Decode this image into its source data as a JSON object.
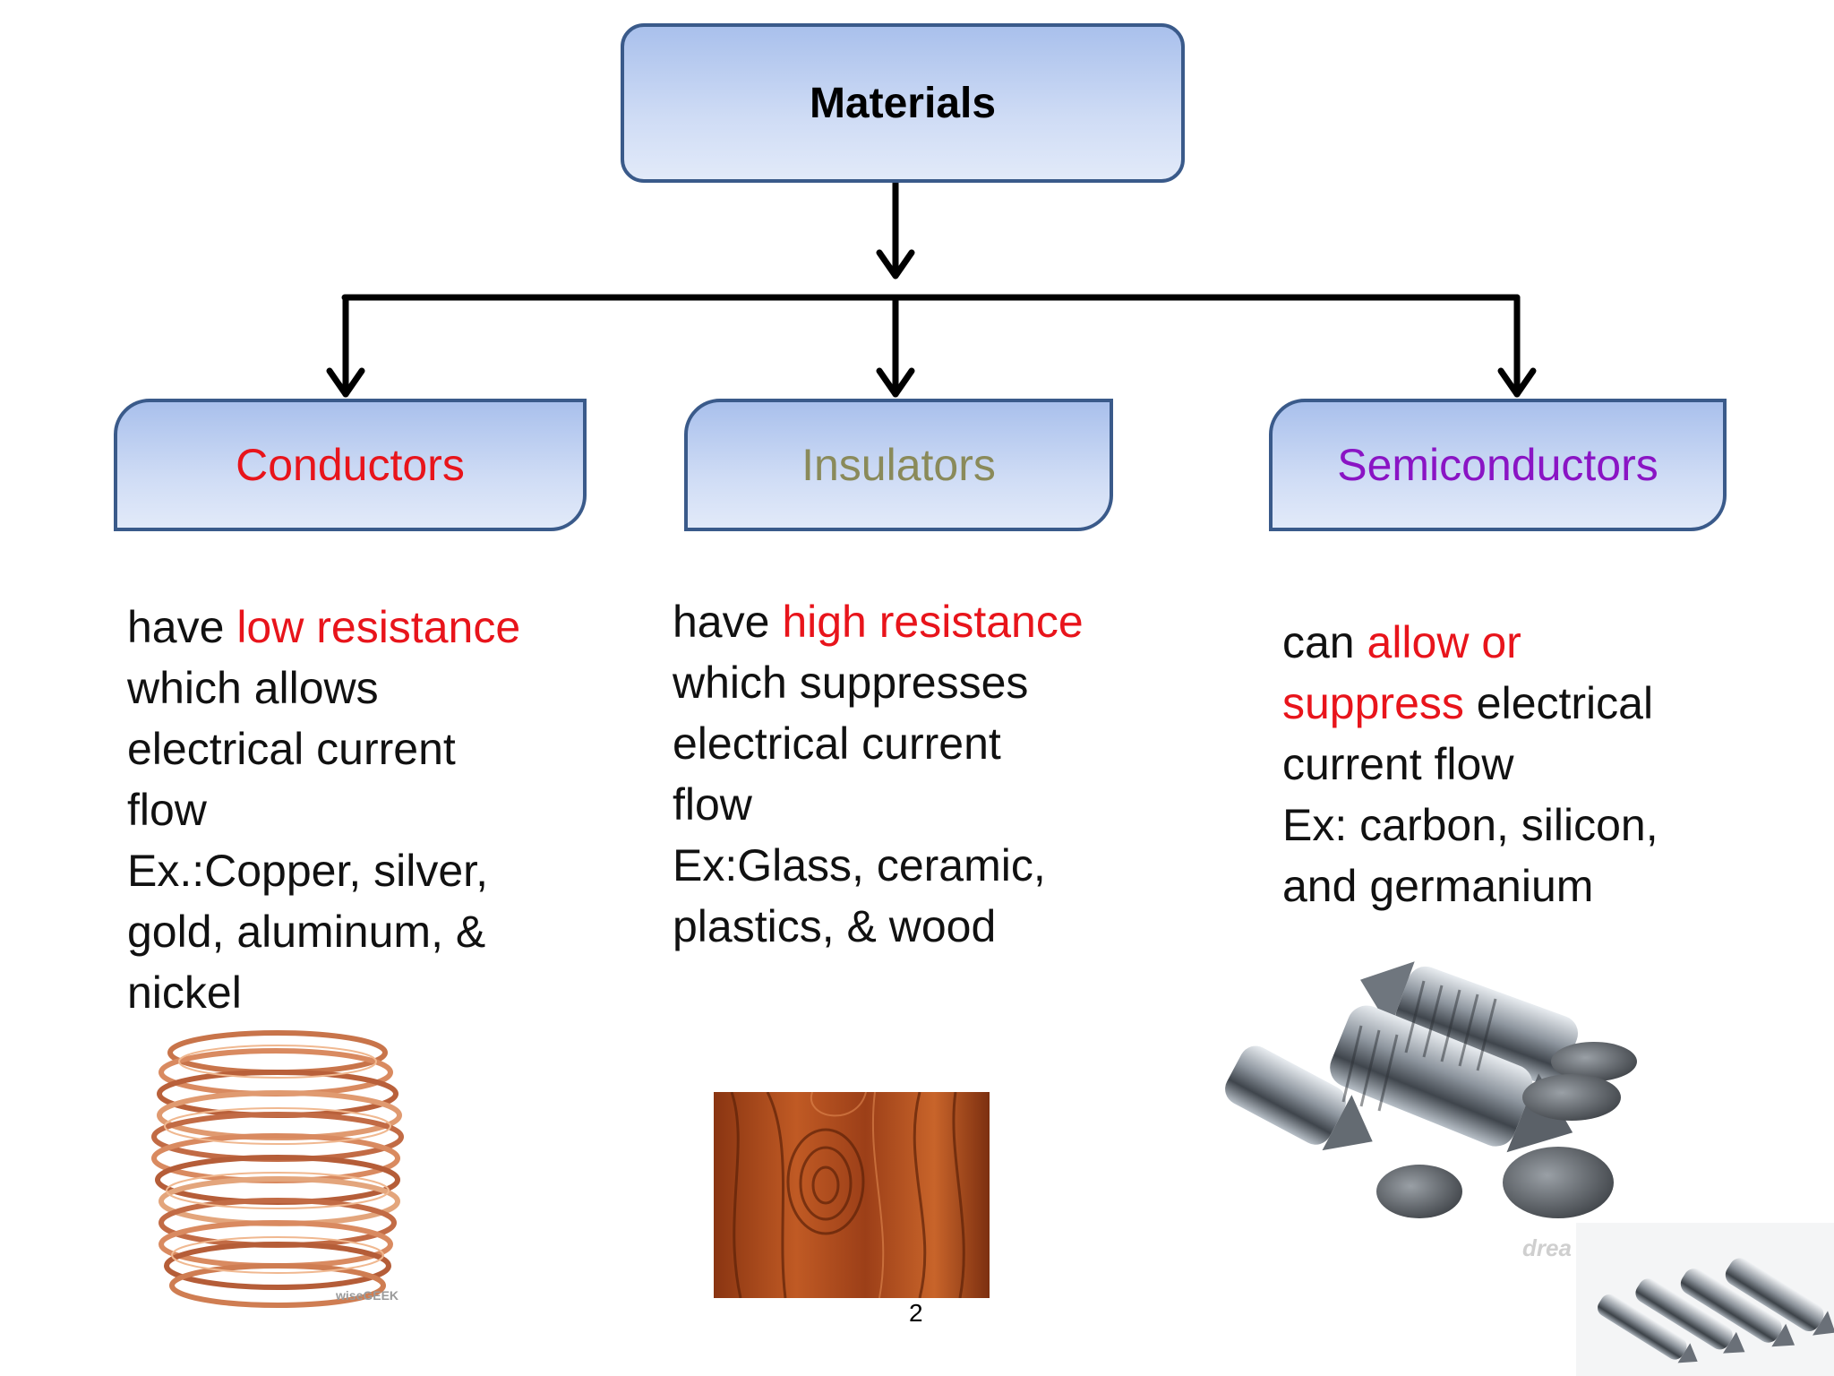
{
  "root": {
    "label": "Materials"
  },
  "categories": [
    {
      "label": "Conductors",
      "label_color": "#e8141b",
      "lines": [
        [
          "have ",
          "low resistance"
        ],
        [
          "which allows"
        ],
        [
          "electrical current"
        ],
        [
          "flow"
        ],
        [
          "Ex.:Copper, silver,"
        ],
        [
          "gold, aluminum, &"
        ],
        [
          "nickel"
        ]
      ]
    },
    {
      "label": "Insulators",
      "label_color": "#8a8a5a",
      "lines": [
        [
          "have ",
          "high resistance"
        ],
        [
          "which suppresses"
        ],
        [
          "electrical current"
        ],
        [
          "flow"
        ],
        [
          "Ex:Glass, ceramic,"
        ],
        [
          "plastics, & wood"
        ]
      ]
    },
    {
      "label": "Semiconductors",
      "label_color": "#8a14c4",
      "lines": [
        [
          "can ",
          "allow or"
        ],
        [
          "",
          "suppress",
          " electrical"
        ],
        [
          "current flow"
        ],
        [
          "Ex: carbon, silicon,"
        ],
        [
          "and germanium"
        ]
      ]
    }
  ],
  "highlight_color": "#e8141b",
  "images": {
    "wire_watermark": "wiseGEEK",
    "semis_watermark": "drea"
  },
  "page_number": "2",
  "colors": {
    "box_border": "#3a5a8a",
    "box_fill_top": "#a9c0ec",
    "box_fill_bottom": "#e2eaf9",
    "connector": "#000000"
  }
}
